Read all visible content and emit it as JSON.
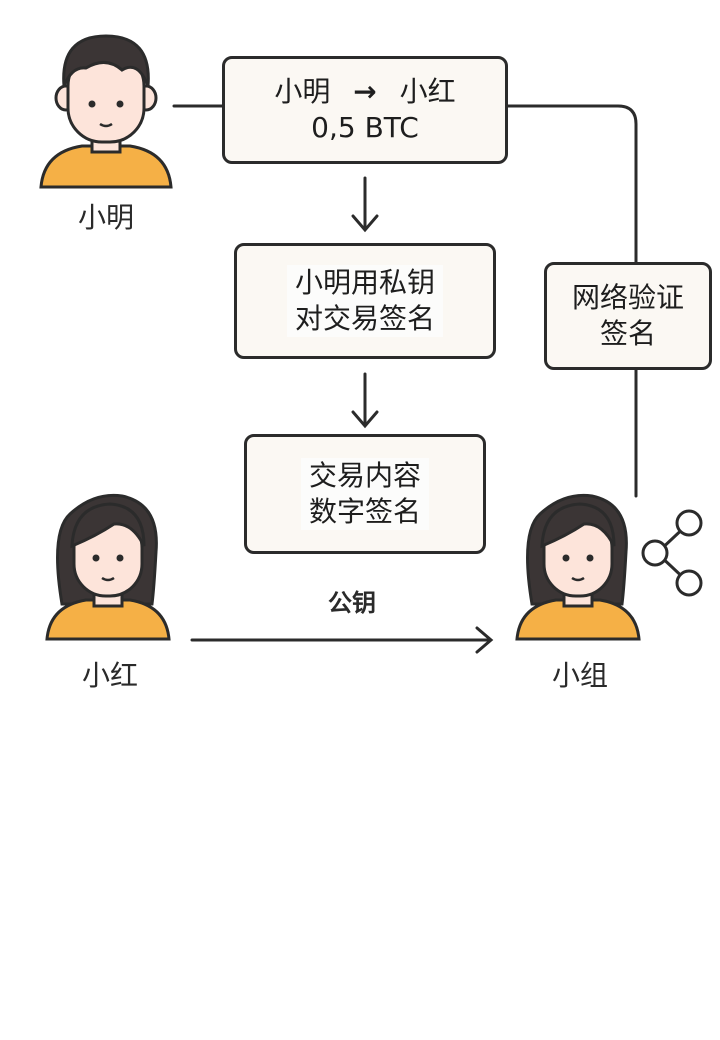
{
  "people": {
    "xiaoming": "小明",
    "xiaohong": "小红",
    "xiaozu": "小组"
  },
  "transaction": {
    "from": "小明",
    "arrow": "→",
    "to": "小红",
    "amount": "0,5 BTC"
  },
  "steps": {
    "sign_line1": "小明用私钥",
    "sign_line2": "对交易签名",
    "digital_line1": "交易内容",
    "digital_line2": "数字签名"
  },
  "network": {
    "line1": "网络验证",
    "line2": "签名"
  },
  "edge_label": "公钥",
  "colors": {
    "skin": "#fde4da",
    "hair": "#3b3535",
    "shirt": "#f5b046",
    "stroke": "#2b2b2b",
    "box_fill": "#fbf8f3"
  }
}
